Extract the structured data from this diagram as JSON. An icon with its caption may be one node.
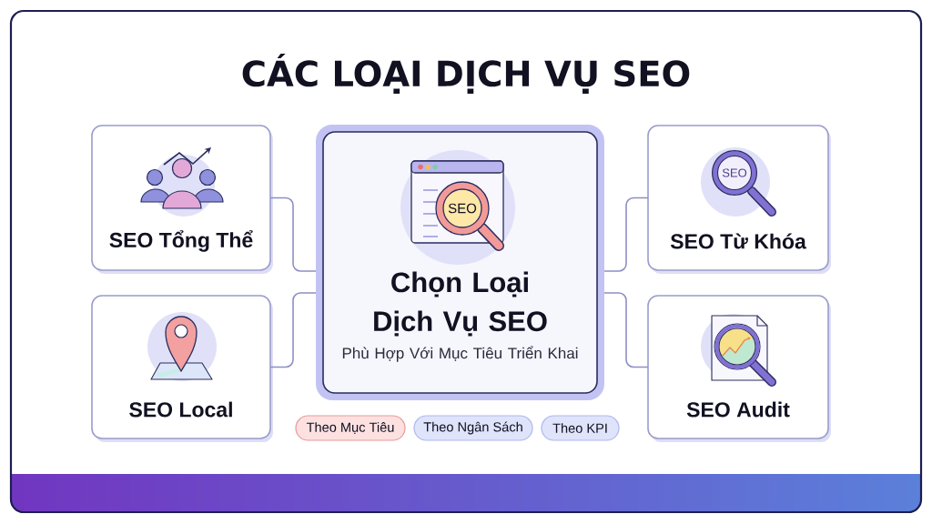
{
  "diagram": {
    "title": "CÁC LOẠI DỊCH VỤ SEO",
    "nodes": [
      {
        "text": [
          "SEO Tổng Thể"
        ]
      },
      {
        "text": [
          "Chọn Loại Dịch Vụ SEO",
          "Phù Hợp Với Mục Tiêu Triển Khai"
        ]
      },
      {
        "text": [
          "SEO Từ Khóa"
        ]
      },
      {
        "text": [
          "SEO Local"
        ]
      },
      {
        "text": [
          "SEO Audit"
        ]
      },
      {
        "text": [
          "Theo Mục Tiêu"
        ]
      },
      {
        "text": [
          "Theo Ngân Sách"
        ]
      },
      {
        "text": [
          "Theo KPI"
        ]
      }
    ],
    "edges": [
      {
        "from": 0,
        "to": 1,
        "arrow": "none"
      },
      {
        "from": 3,
        "to": 1,
        "arrow": "none"
      },
      {
        "from": 1,
        "to": 2,
        "arrow": "none"
      },
      {
        "from": 1,
        "to": 4,
        "arrow": "none"
      }
    ],
    "labels": [
      "SEO",
      "SEO"
    ]
  }
}
